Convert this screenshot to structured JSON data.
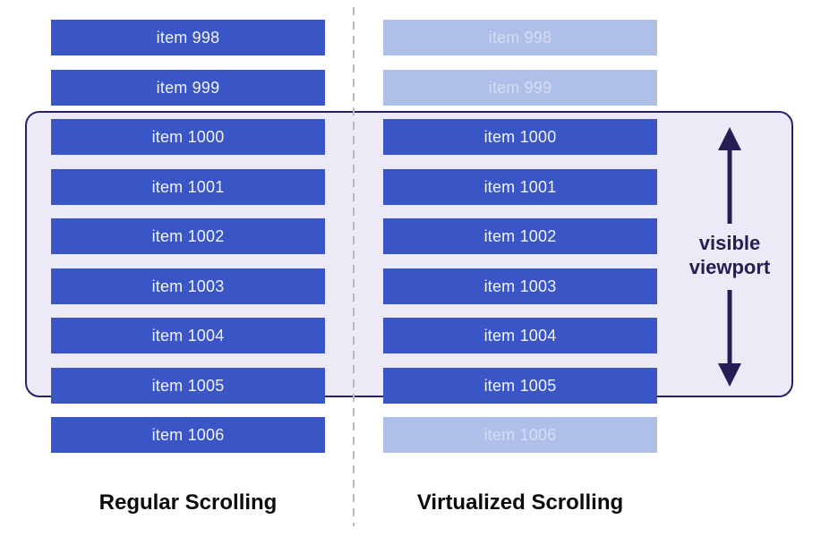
{
  "viewport": {
    "label": "visible viewport"
  },
  "columns": [
    {
      "id": "regular",
      "label": "Regular Scrolling",
      "items": [
        {
          "label": "item 998",
          "state": "solid"
        },
        {
          "label": "item 999",
          "state": "solid"
        },
        {
          "label": "item 1000",
          "state": "solid"
        },
        {
          "label": "item 1001",
          "state": "solid"
        },
        {
          "label": "item 1002",
          "state": "solid"
        },
        {
          "label": "item 1003",
          "state": "solid"
        },
        {
          "label": "item 1004",
          "state": "solid"
        },
        {
          "label": "item 1005",
          "state": "solid"
        },
        {
          "label": "item 1006",
          "state": "solid"
        }
      ]
    },
    {
      "id": "virtualized",
      "label": "Virtualized Scrolling",
      "items": [
        {
          "label": "item 998",
          "state": "faded"
        },
        {
          "label": "item 999",
          "state": "faded"
        },
        {
          "label": "item 1000",
          "state": "solid"
        },
        {
          "label": "item 1001",
          "state": "solid"
        },
        {
          "label": "item 1002",
          "state": "solid"
        },
        {
          "label": "item 1003",
          "state": "solid"
        },
        {
          "label": "item 1004",
          "state": "solid"
        },
        {
          "label": "item 1005",
          "state": "solid"
        },
        {
          "label": "item 1006",
          "state": "faded"
        }
      ]
    }
  ],
  "colors": {
    "item_solid": "#3a56c6",
    "item_faded": "#aec0e8",
    "item_text_solid": "#f0f3fb",
    "item_text_faded": "#d6dcf2",
    "viewport_fill": "#edeaf8",
    "viewport_border": "#2b2263",
    "accent_navy": "#271d55",
    "divider": "#b8b8c0"
  }
}
